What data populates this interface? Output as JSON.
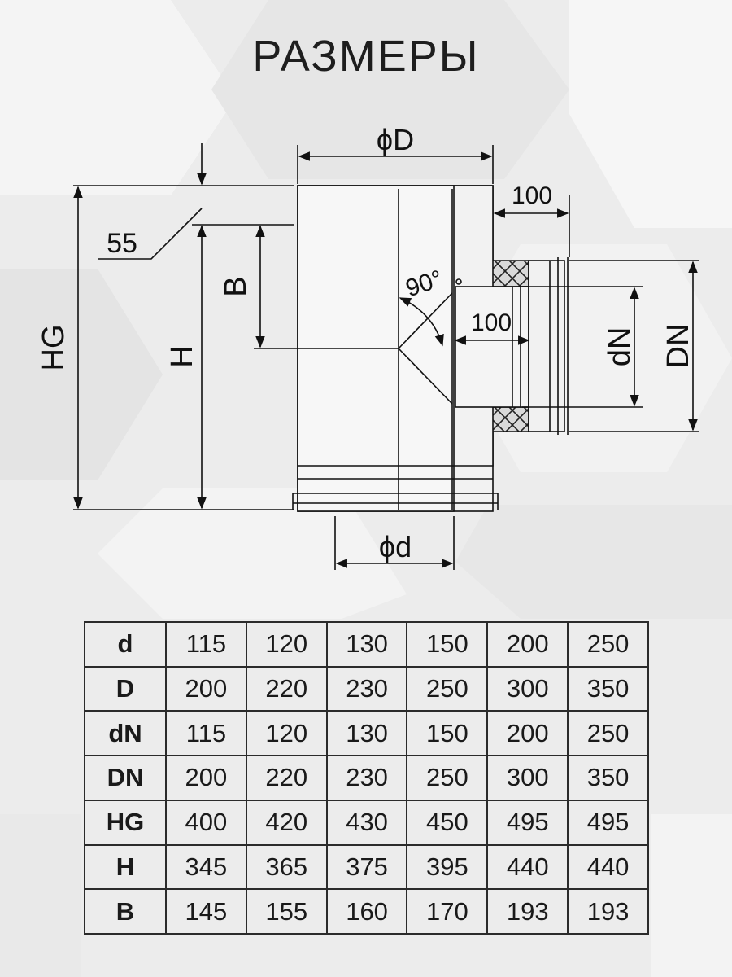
{
  "title": "РАЗМЕРЫ",
  "diagram": {
    "labels": {
      "phi_D": "ϕD",
      "phi_d": "ϕd",
      "dim_100_top": "100",
      "dim_100_inner": "100",
      "dim_55": "55",
      "angle": "90°",
      "HG": "HG",
      "H": "H",
      "B": "B",
      "dN": "dN",
      "DN": "DN"
    }
  },
  "table": {
    "rows": [
      {
        "label": "d",
        "values": [
          "115",
          "120",
          "130",
          "150",
          "200",
          "250"
        ]
      },
      {
        "label": "D",
        "values": [
          "200",
          "220",
          "230",
          "250",
          "300",
          "350"
        ]
      },
      {
        "label": "dN",
        "values": [
          "115",
          "120",
          "130",
          "150",
          "200",
          "250"
        ]
      },
      {
        "label": "DN",
        "values": [
          "200",
          "220",
          "230",
          "250",
          "300",
          "350"
        ]
      },
      {
        "label": "HG",
        "values": [
          "400",
          "420",
          "430",
          "450",
          "495",
          "495"
        ]
      },
      {
        "label": "H",
        "values": [
          "345",
          "365",
          "375",
          "395",
          "440",
          "440"
        ]
      },
      {
        "label": "B",
        "values": [
          "145",
          "155",
          "160",
          "170",
          "193",
          "193"
        ]
      }
    ]
  }
}
